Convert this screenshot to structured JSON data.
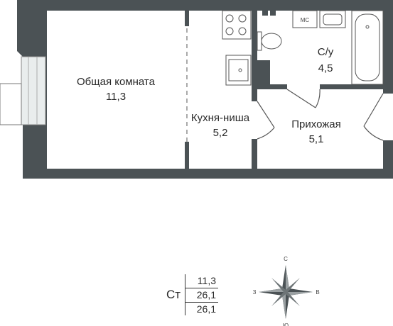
{
  "rooms": [
    {
      "name": "Общая комната",
      "area": "11,3"
    },
    {
      "name": "Кухня-ниша",
      "area": "5,2"
    },
    {
      "name": "С/у",
      "area": "4,5"
    },
    {
      "name": "Прихожая",
      "area": "5,1"
    }
  ],
  "fixtures": {
    "washer_label": "МС"
  },
  "summary": {
    "type_label": "Ст",
    "values": [
      "11,3",
      "26,1",
      "26,1"
    ]
  },
  "compass": {
    "north": "С",
    "south": "Ю",
    "west": "З",
    "east": "В"
  },
  "colors": {
    "wall": "#4b5255",
    "line": "#555555",
    "floor": "#ffffff"
  }
}
